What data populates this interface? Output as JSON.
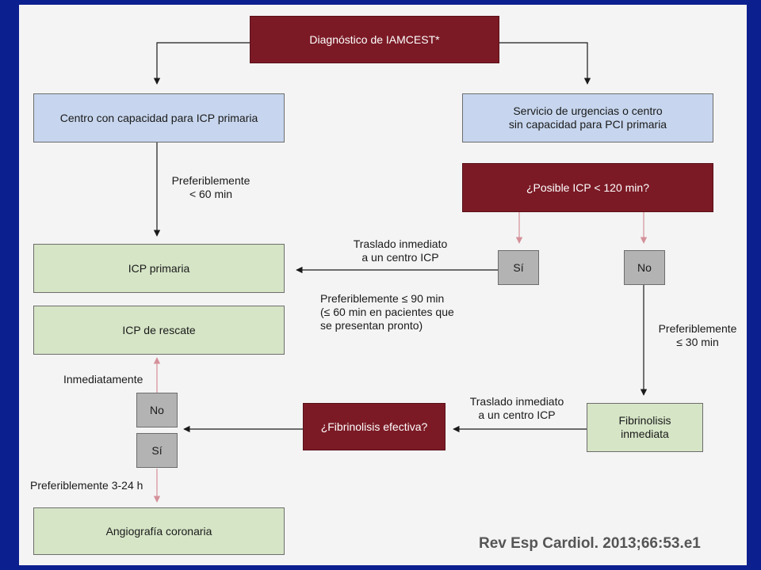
{
  "nodes": {
    "diagnostico": "Diagnóstico de IAMCEST*",
    "centro_icp": "Centro con capacidad para ICP primaria",
    "servicio_urgencias": "Servicio de urgencias o centro\nsin capacidad para PCI primaria",
    "posible_icp": "¿Posible ICP < 120 min?",
    "si_1": "Sí",
    "no_1": "No",
    "icp_primaria": "ICP primaria",
    "icp_rescate": "ICP de rescate",
    "no_2": "No",
    "si_2": "Sí",
    "fibrinolisis_efectiva": "¿Fibrinolisis efectiva?",
    "fibrinolisis_inmediata": "Fibrinolisis\ninmediata",
    "angiografia": "Angiografía coronaria"
  },
  "edge_labels": {
    "pref_60": "Preferiblemente\n< 60 min",
    "traslado_1": "Traslado inmediato\na un centro ICP",
    "pref_90": "Preferiblemente ≤ 90 min\n(≤ 60 min en pacientes que\nse presentan pronto)",
    "pref_30": "Preferiblemente\n≤ 30 min",
    "traslado_2": "Traslado inmediato\na un centro ICP",
    "inmediatamente": "Inmediatamente",
    "pref_3_24": "Preferiblemente 3-24 h"
  },
  "citation": "Rev Esp Cardiol. 2013;66:53.e1",
  "colors": {
    "frame": "#0c1f8f",
    "red_box": "#7b1a25",
    "blue_box": "#c7d6ee",
    "green_box": "#d6e5c6",
    "gray_box": "#b3b3b3",
    "pink_arrow": "#d4909a"
  }
}
